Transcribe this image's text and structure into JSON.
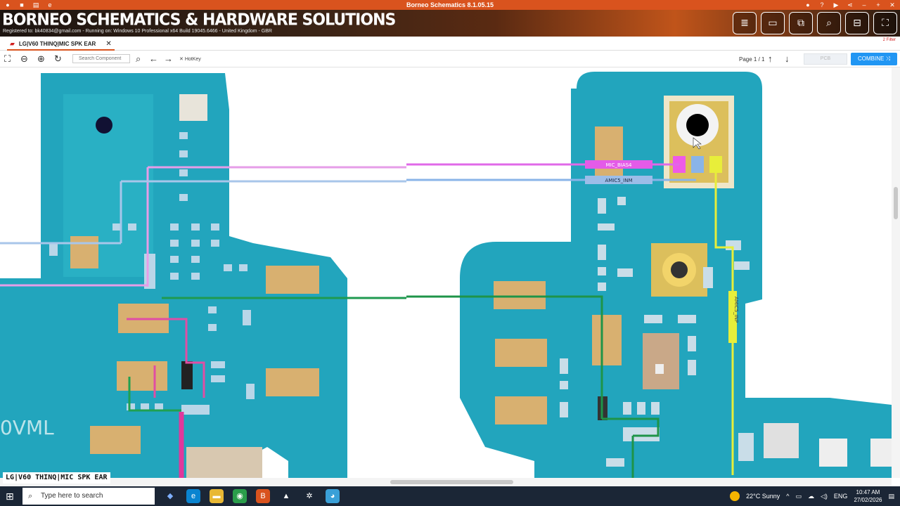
{
  "titlebar": {
    "title": "Borneo Schematics 8.1.05.15"
  },
  "banner": {
    "brand": "BORNEO SCHEMATICS & HARDWARE SOLUTIONS",
    "registration": "Registered to: bk40834@gmail.com - Running on: Windows 10 Professional x64 Build 19045.6466 - United Kingdom - GBR"
  },
  "tabs": [
    {
      "label": "LG|V60 THINQ|MIC SPK EAR"
    }
  ],
  "tabbar": {
    "filter_label": "2 Filter"
  },
  "toolbar": {
    "search_placeholder": "Search Component",
    "hotkey_label": "HotKey",
    "page_info": "Page 1 / 1",
    "page_box": "PCB",
    "combine_label": "COMBINE"
  },
  "board": {
    "net_labels": [
      "MIC_BIAS4",
      "AMIC5_INM",
      "AMIC5_INP"
    ],
    "silkscreen": "0VML"
  },
  "caption": "LG|V60 THINQ|MIC SPK EAR",
  "taskbar": {
    "search_placeholder": "Type here to search",
    "weather": "22°C  Sunny",
    "language": "ENG",
    "time": "10:47 AM",
    "date": "27/02/2026"
  },
  "colors": {
    "accent": "#d9531e",
    "combine": "#2196f3",
    "pcb": "#1aa0b8",
    "mic_bias": "#e066e8",
    "amic_inm": "#8ab4e8",
    "amic_inp": "#e8ee3a"
  }
}
